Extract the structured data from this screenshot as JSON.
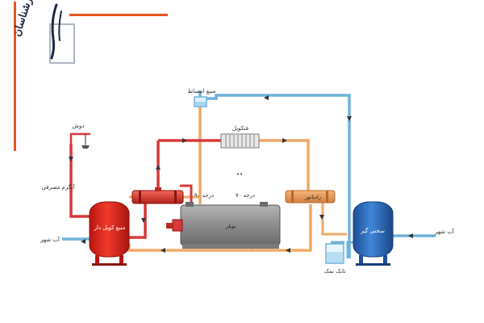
{
  "logo": {
    "text": "کارشناسان",
    "colors": {
      "ink": "#1f2a44",
      "accent": "#e3561f"
    }
  },
  "labels": {
    "expansion_tank": "منبع انبساط",
    "fan_coil": "فنکویل",
    "shower": "دوش",
    "hot_water_consumer": "آبگرم مصرفی",
    "hot_water_tank": "منبع کویل دار",
    "city_water_left": "آب شهر",
    "city_water_right": "آب شهر",
    "boiler": "بویلر",
    "temp_90": "۹۰ درجه",
    "temp_70": "۷۰ درجه",
    "softener": "سختی گیر",
    "salt_tank": "تانک نمک",
    "radiator": "رادیاتور",
    "small_mark": "••"
  },
  "colors": {
    "hot_pipe": "#d7383a",
    "warm_pipe": "#f0a866",
    "cold_pipe": "#6fb2dc",
    "hot_tank": "#e8231f",
    "soft_tank": "#2f6fc2",
    "boiler_body": "#8e8e8e",
    "frame_orange": "#e3561f"
  }
}
